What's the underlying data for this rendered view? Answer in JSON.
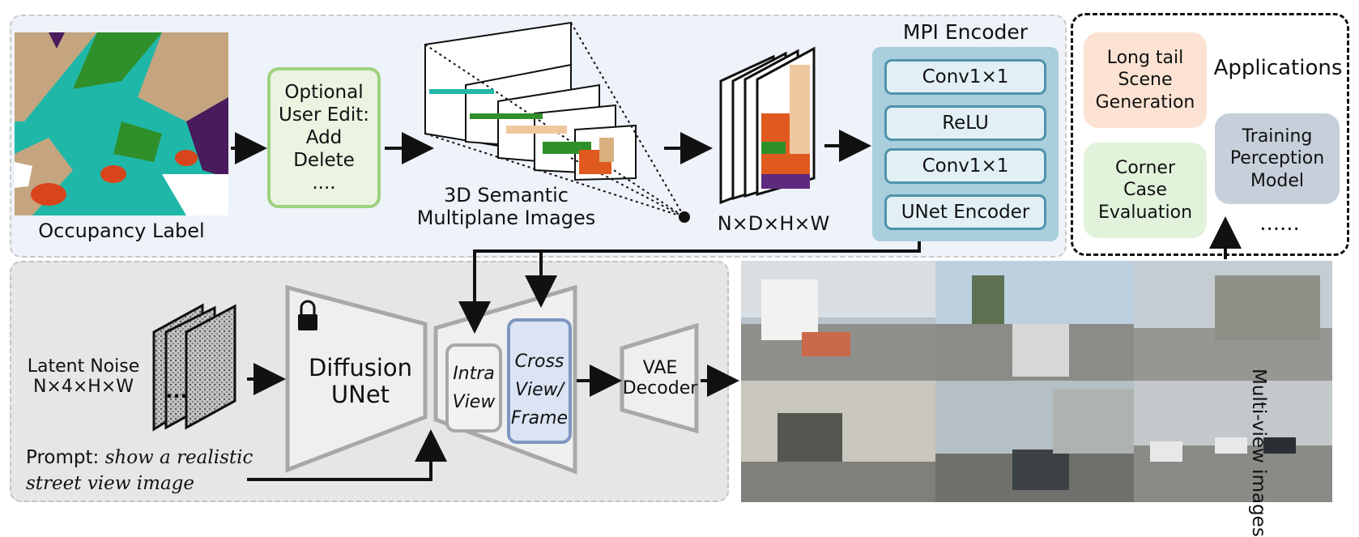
{
  "occupancy": {
    "label": "Occupancy Label"
  },
  "user_edit": {
    "lines": [
      "Optional",
      "User Edit:",
      "Add",
      "Delete",
      "...."
    ]
  },
  "multiplane": {
    "label_line1": "3D Semantic",
    "label_line2": "Multiplane Images"
  },
  "ndhw": {
    "label": "N×D×H×W"
  },
  "mpi_encoder": {
    "title": "MPI Encoder",
    "layers": [
      "Conv1×1",
      "ReLU",
      "Conv1×1",
      "UNet Encoder"
    ]
  },
  "applications": {
    "title": "Applications",
    "long_tail": [
      "Long tail",
      "Scene",
      "Generation"
    ],
    "corner_case": [
      "Corner",
      "Case",
      "Evaluation"
    ],
    "training": [
      "Training",
      "Perception",
      "Model"
    ],
    "more": "......"
  },
  "latent": {
    "line1": "Latent Noise",
    "line2": "N×4×H×W",
    "dots": "..."
  },
  "diffusion": {
    "line1": "Diffusion",
    "line2": "UNet"
  },
  "intra_view": {
    "line1": "Intra",
    "line2": "View"
  },
  "cross_view": {
    "line1": "Cross",
    "line2": "View/",
    "line3": "Frame"
  },
  "vae": {
    "line1": "VAE",
    "line2": "Decoder"
  },
  "prompt": {
    "prefix": "Prompt: ",
    "text1": "show a realistic",
    "text2": "street view image"
  },
  "multiview": {
    "label": "Multi-view images"
  },
  "colors": {
    "top_panel": "#eef2f9",
    "bottom_panel": "#e6e6e6",
    "edit_fill": "#eaf4e1",
    "edit_border": "#9fd17f",
    "mpi_bg": "#a9cedc",
    "mpi_layer": "#e2f0f6",
    "mpi_border": "#4f93ab",
    "long_tail": "#fbe2d2",
    "corner_case": "#e2f3dc",
    "training": "#c6cfda",
    "cross_view": "#dbe4f4",
    "cross_view_border": "#7e97c0"
  }
}
